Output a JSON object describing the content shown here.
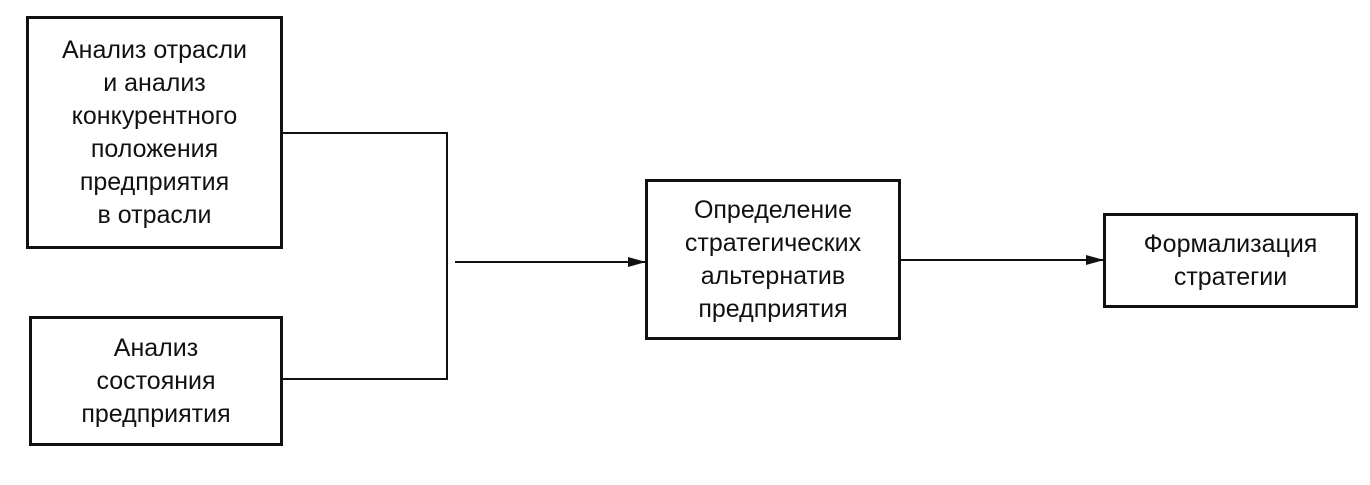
{
  "diagram": {
    "nodes": {
      "industry_analysis": "Анализ отрасли\nи анализ\nконкурентного\nположения\nпредприятия\nв отрасли",
      "state_analysis": "Анализ\nсостояния\nпредприятия",
      "strategic_alternatives": "Определение\nстратегических\nальтернатив\nпредприятия",
      "strategy_formalization": "Формализация\nстратегии"
    },
    "edges": [
      {
        "from": "industry_analysis",
        "to": "strategic_alternatives"
      },
      {
        "from": "state_analysis",
        "to": "strategic_alternatives"
      },
      {
        "from": "strategic_alternatives",
        "to": "strategy_formalization"
      }
    ]
  }
}
